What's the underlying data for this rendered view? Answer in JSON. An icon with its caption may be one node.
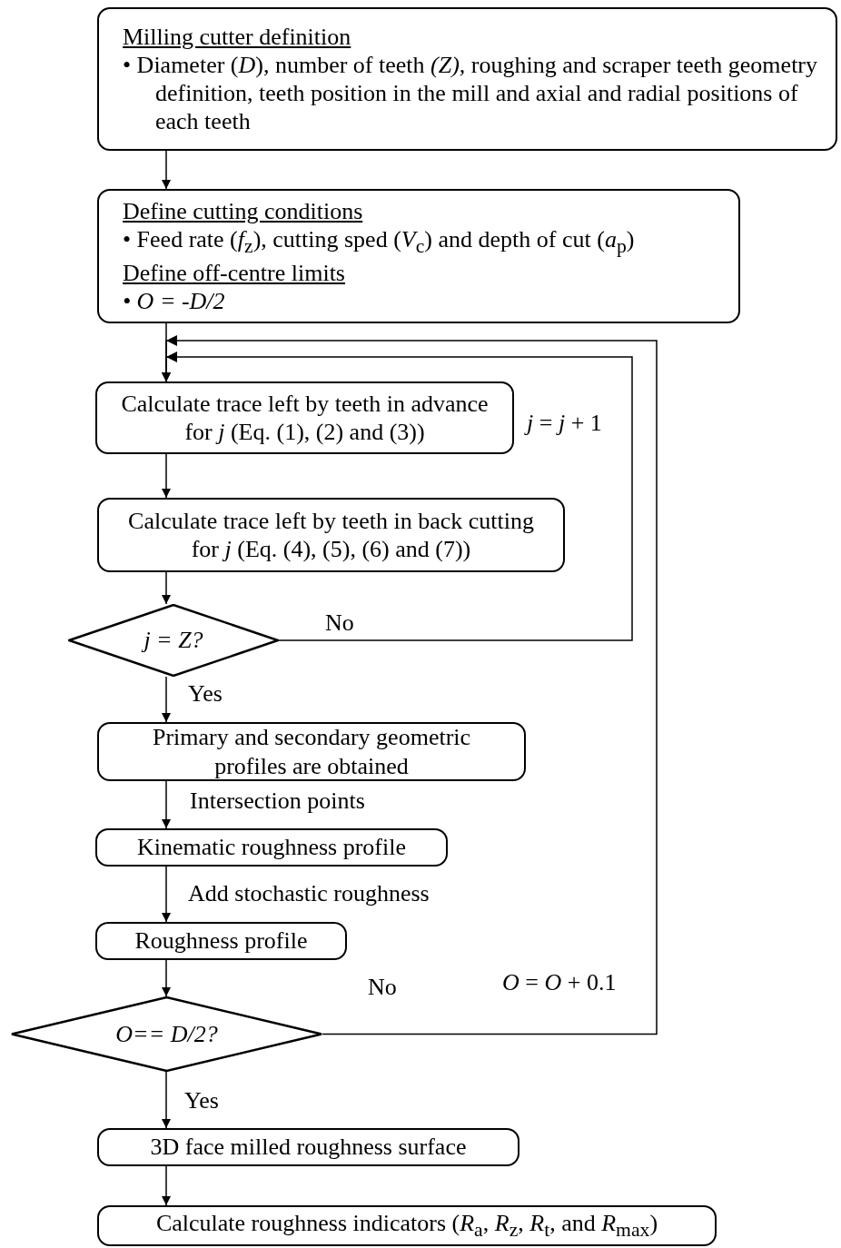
{
  "diagram": {
    "nodes": [
      {
        "text": [
          "Milling cutter definition",
          "• Diameter (*D*), number of teeth *(Z),* roughing and scraper teeth geometry definition, teeth position in the mill and axial and radial positions of each teeth"
        ]
      },
      {
        "text": [
          "Define cutting conditions",
          "• Feed rate (*f*$_{z}$), cutting sped (*V*$_{c}$) and depth of cut (*a*$_{p}$)",
          "Define off-centre limits",
          "• *O = -D/2*"
        ]
      },
      {
        "text": [
          "Calculate trace left by teeth in advance for *j* (Eq. (1), (2) and (3))"
        ]
      },
      {
        "text": [
          "Calculate trace left by teeth in back cutting for *j* (Eq. (4), (5), (6) and (7))"
        ]
      },
      {
        "text": [
          "j = Z?"
        ]
      },
      {
        "text": [
          "Primary and secondary geometric profiles are obtained"
        ]
      },
      {
        "text": [
          "Kinematic roughness profile"
        ]
      },
      {
        "text": [
          "Roughness profile"
        ]
      },
      {
        "text": [
          "O== D/2?"
        ]
      },
      {
        "text": [
          "3D face milled roughness surface"
        ]
      },
      {
        "text": [
          "Calculate roughness indicators (*R*$_{a}$, *R*$_{z}$, *R*$_{t}$, and *R*$_{max}$)"
        ]
      }
    ],
    "edges": [
      {
        "from": 0,
        "to": 1,
        "arrow": "to"
      },
      {
        "from": 1,
        "to": 2,
        "arrow": "to"
      },
      {
        "from": 2,
        "to": 3,
        "arrow": "to"
      },
      {
        "from": 3,
        "to": 4,
        "arrow": "to"
      },
      {
        "from": 4,
        "to": 2,
        "arrow": "to",
        "label": "No"
      },
      {
        "from": 4,
        "to": 5,
        "arrow": "to",
        "label": "Yes"
      },
      {
        "from": 5,
        "to": 6,
        "arrow": "to",
        "label": "Intersection points"
      },
      {
        "from": 6,
        "to": 7,
        "arrow": "to",
        "label": "Add stochastic roughness"
      },
      {
        "from": 7,
        "to": 8,
        "arrow": "to"
      },
      {
        "from": 8,
        "to": 2,
        "arrow": "to",
        "label": "No"
      },
      {
        "from": 8,
        "to": 9,
        "arrow": "to",
        "label": "Yes"
      },
      {
        "from": 9,
        "to": 10,
        "arrow": "to"
      }
    ],
    "labels": [
      "*j* = *j* + 1",
      "*O* = *O* + 0.1"
    ]
  }
}
